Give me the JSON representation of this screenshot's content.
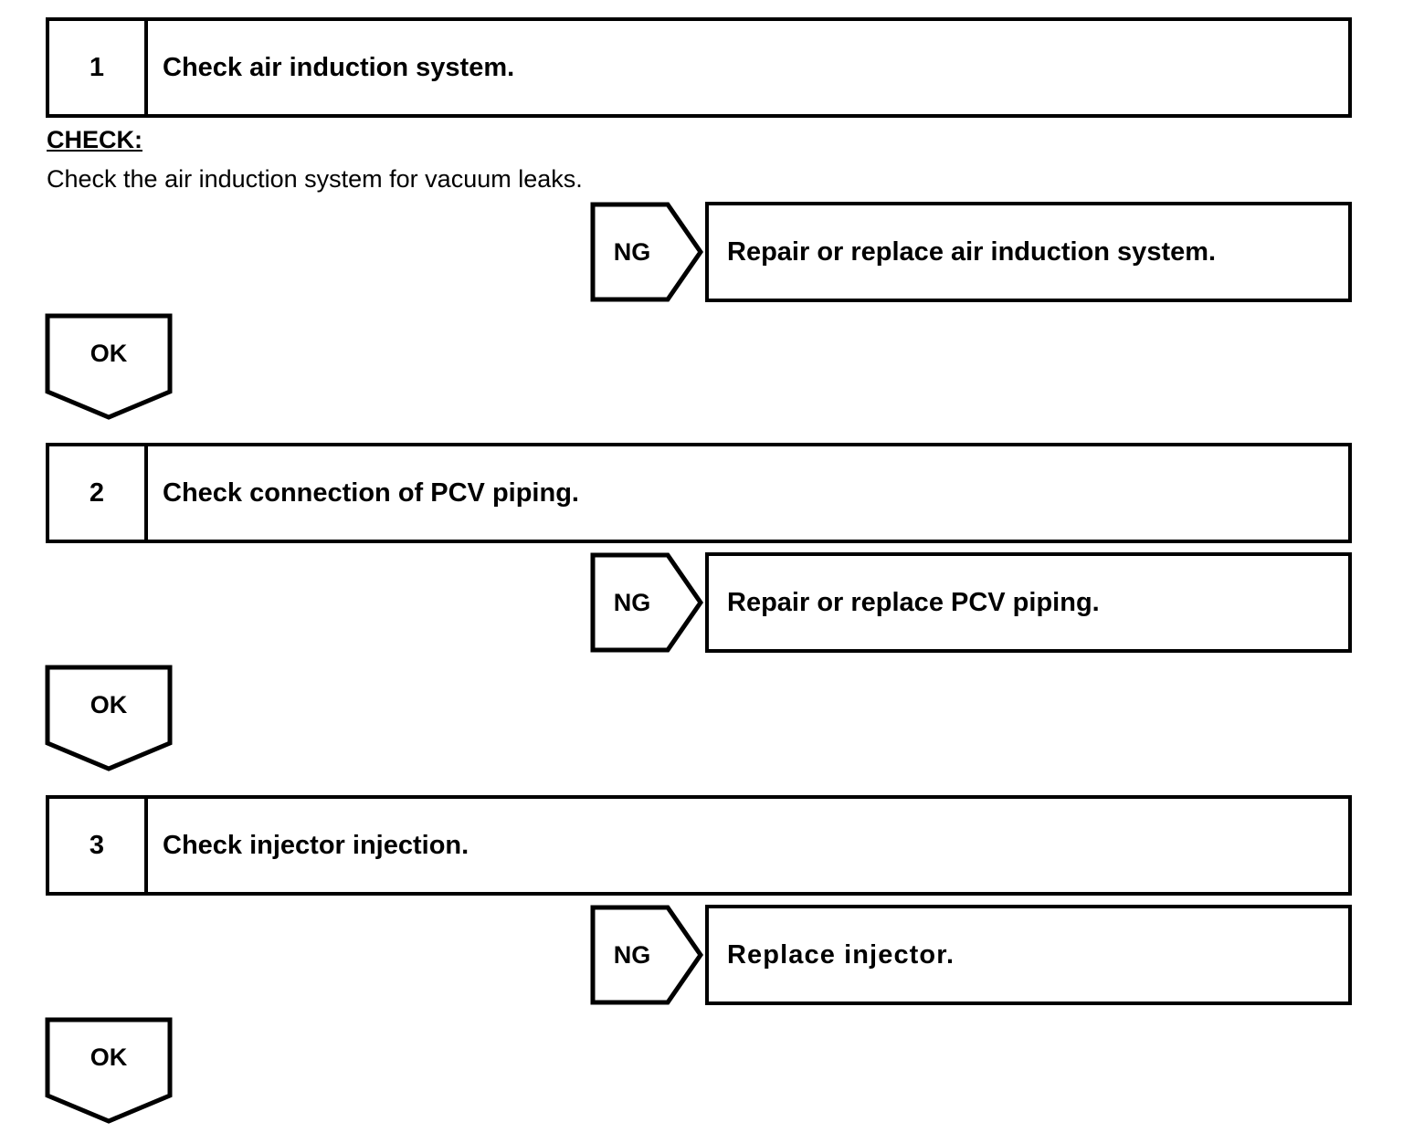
{
  "document": {
    "type": "diagnostic-flowchart",
    "title": "Engine diagnostic troubleshooting flow"
  },
  "steps": [
    {
      "number": "1",
      "title": "Check air induction system.",
      "check": {
        "heading": "CHECK:",
        "body": "Check the air induction system for vacuum leaks."
      },
      "ng": {
        "label": "NG",
        "result": "Repair or replace air induction system."
      },
      "ok": {
        "label": "OK"
      }
    },
    {
      "number": "2",
      "title": "Check connection of PCV piping.",
      "ng": {
        "label": "NG",
        "result": "Repair or replace PCV piping."
      },
      "ok": {
        "label": "OK"
      }
    },
    {
      "number": "3",
      "title": "Check injector injection.",
      "ng": {
        "label": "NG",
        "result": "Replace injector."
      },
      "ok": {
        "label": "OK"
      }
    }
  ],
  "colors": {
    "stroke": "#000000",
    "background": "#ffffff",
    "text": "#000000"
  }
}
